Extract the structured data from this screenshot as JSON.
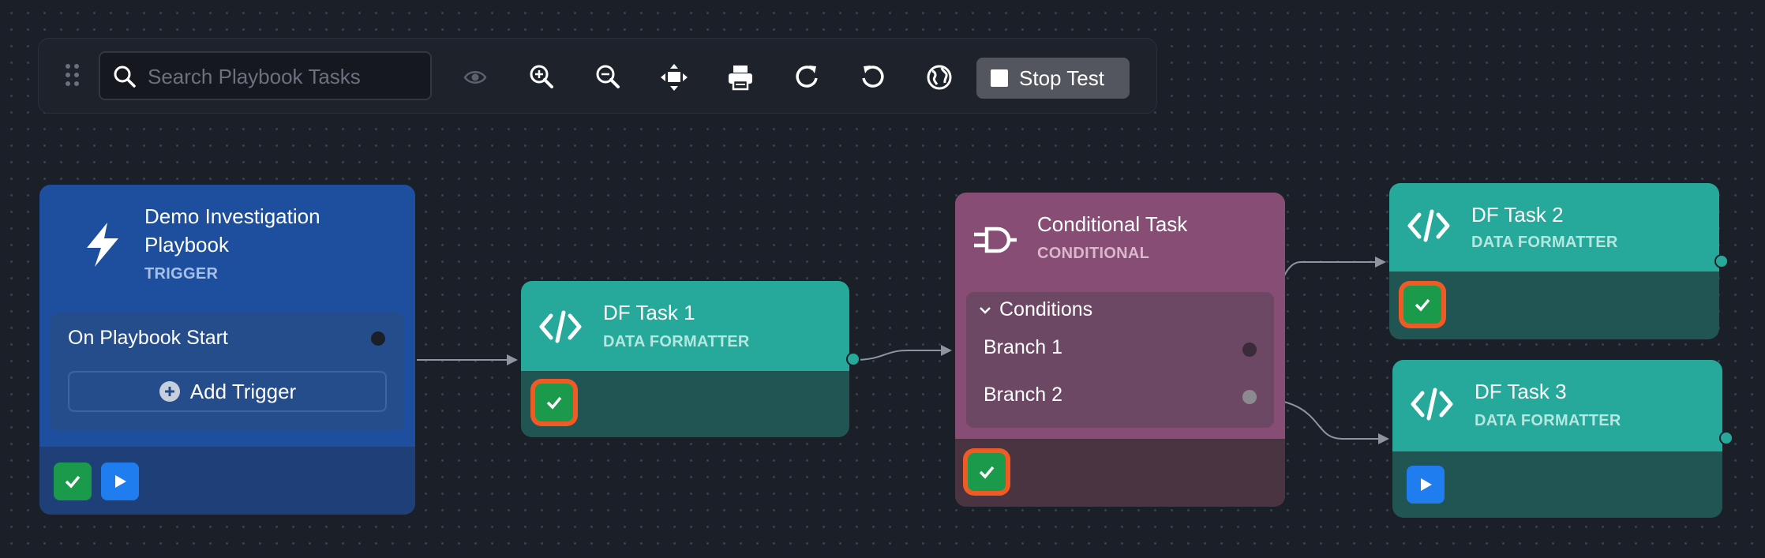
{
  "toolbar": {
    "search_placeholder": "Search Playbook Tasks",
    "stop_label": "Stop Test",
    "icons": [
      "eye-icon",
      "zoom-in-icon",
      "zoom-out-icon",
      "fit-view-icon",
      "print-icon",
      "redo-icon",
      "undo-icon",
      "globe-icon"
    ]
  },
  "trigger_node": {
    "title_line1": "Demo Investigation",
    "title_line2": "Playbook",
    "type": "TRIGGER",
    "event": "On Playbook Start",
    "add_trigger": "Add Trigger"
  },
  "df_task_1": {
    "title": "DF Task 1",
    "type": "DATA FORMATTER"
  },
  "conditional_task": {
    "title": "Conditional Task",
    "type": "CONDITIONAL",
    "conditions_label": "Conditions",
    "branches": [
      "Branch 1",
      "Branch 2"
    ]
  },
  "df_task_2": {
    "title": "DF Task 2",
    "type": "DATA FORMATTER"
  },
  "df_task_3": {
    "title": "DF Task 3",
    "type": "DATA FORMATTER"
  },
  "colors": {
    "background": "#1b1f28",
    "trigger": "#1d4f9e",
    "teal": "#26a99a",
    "conditional": "#874d74",
    "success": "#1c9a4c",
    "highlight": "#ef5a25",
    "play": "#1f7df0"
  }
}
